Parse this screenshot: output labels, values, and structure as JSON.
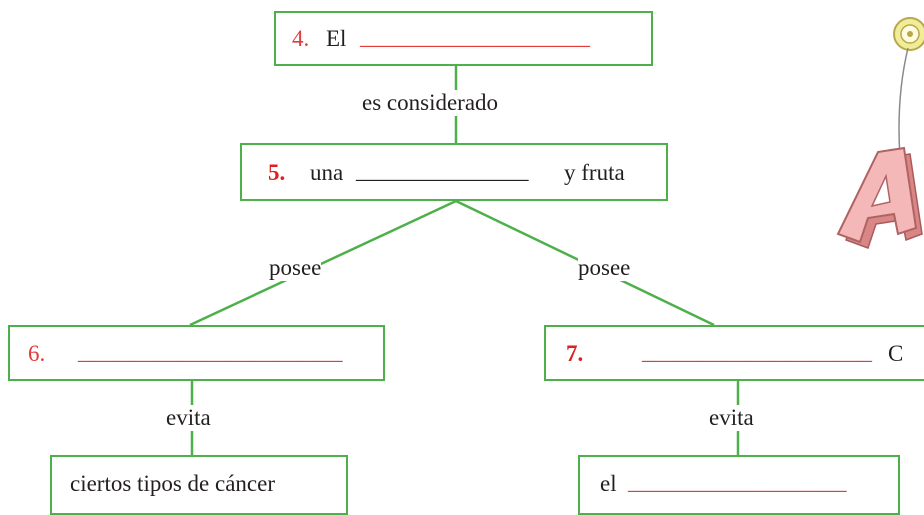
{
  "nodes": {
    "n4": {
      "number": "4.",
      "prefix": "El",
      "blank": "____________________"
    },
    "n5": {
      "number": "5.",
      "prefix": "una",
      "blank": "_______________",
      "suffix": "y  fruta"
    },
    "n6": {
      "number": "6.",
      "blank": "_______________________"
    },
    "n7": {
      "number": "7.",
      "blank": "____________________",
      "suffix": "C"
    },
    "n8": {
      "text": "ciertos tipos de cáncer"
    },
    "n9": {
      "prefix": "el",
      "blank": "___________________"
    }
  },
  "links": {
    "es_considerado": "es considerado",
    "posee_left": "posee",
    "posee_right": "posee",
    "evita_left": "evita",
    "evita_right": "evita"
  },
  "colors": {
    "border": "#4db04a",
    "number": "#e23b3b",
    "text": "#231f20"
  },
  "decoration": {
    "icon": "letter-a-yoyo-icon"
  }
}
